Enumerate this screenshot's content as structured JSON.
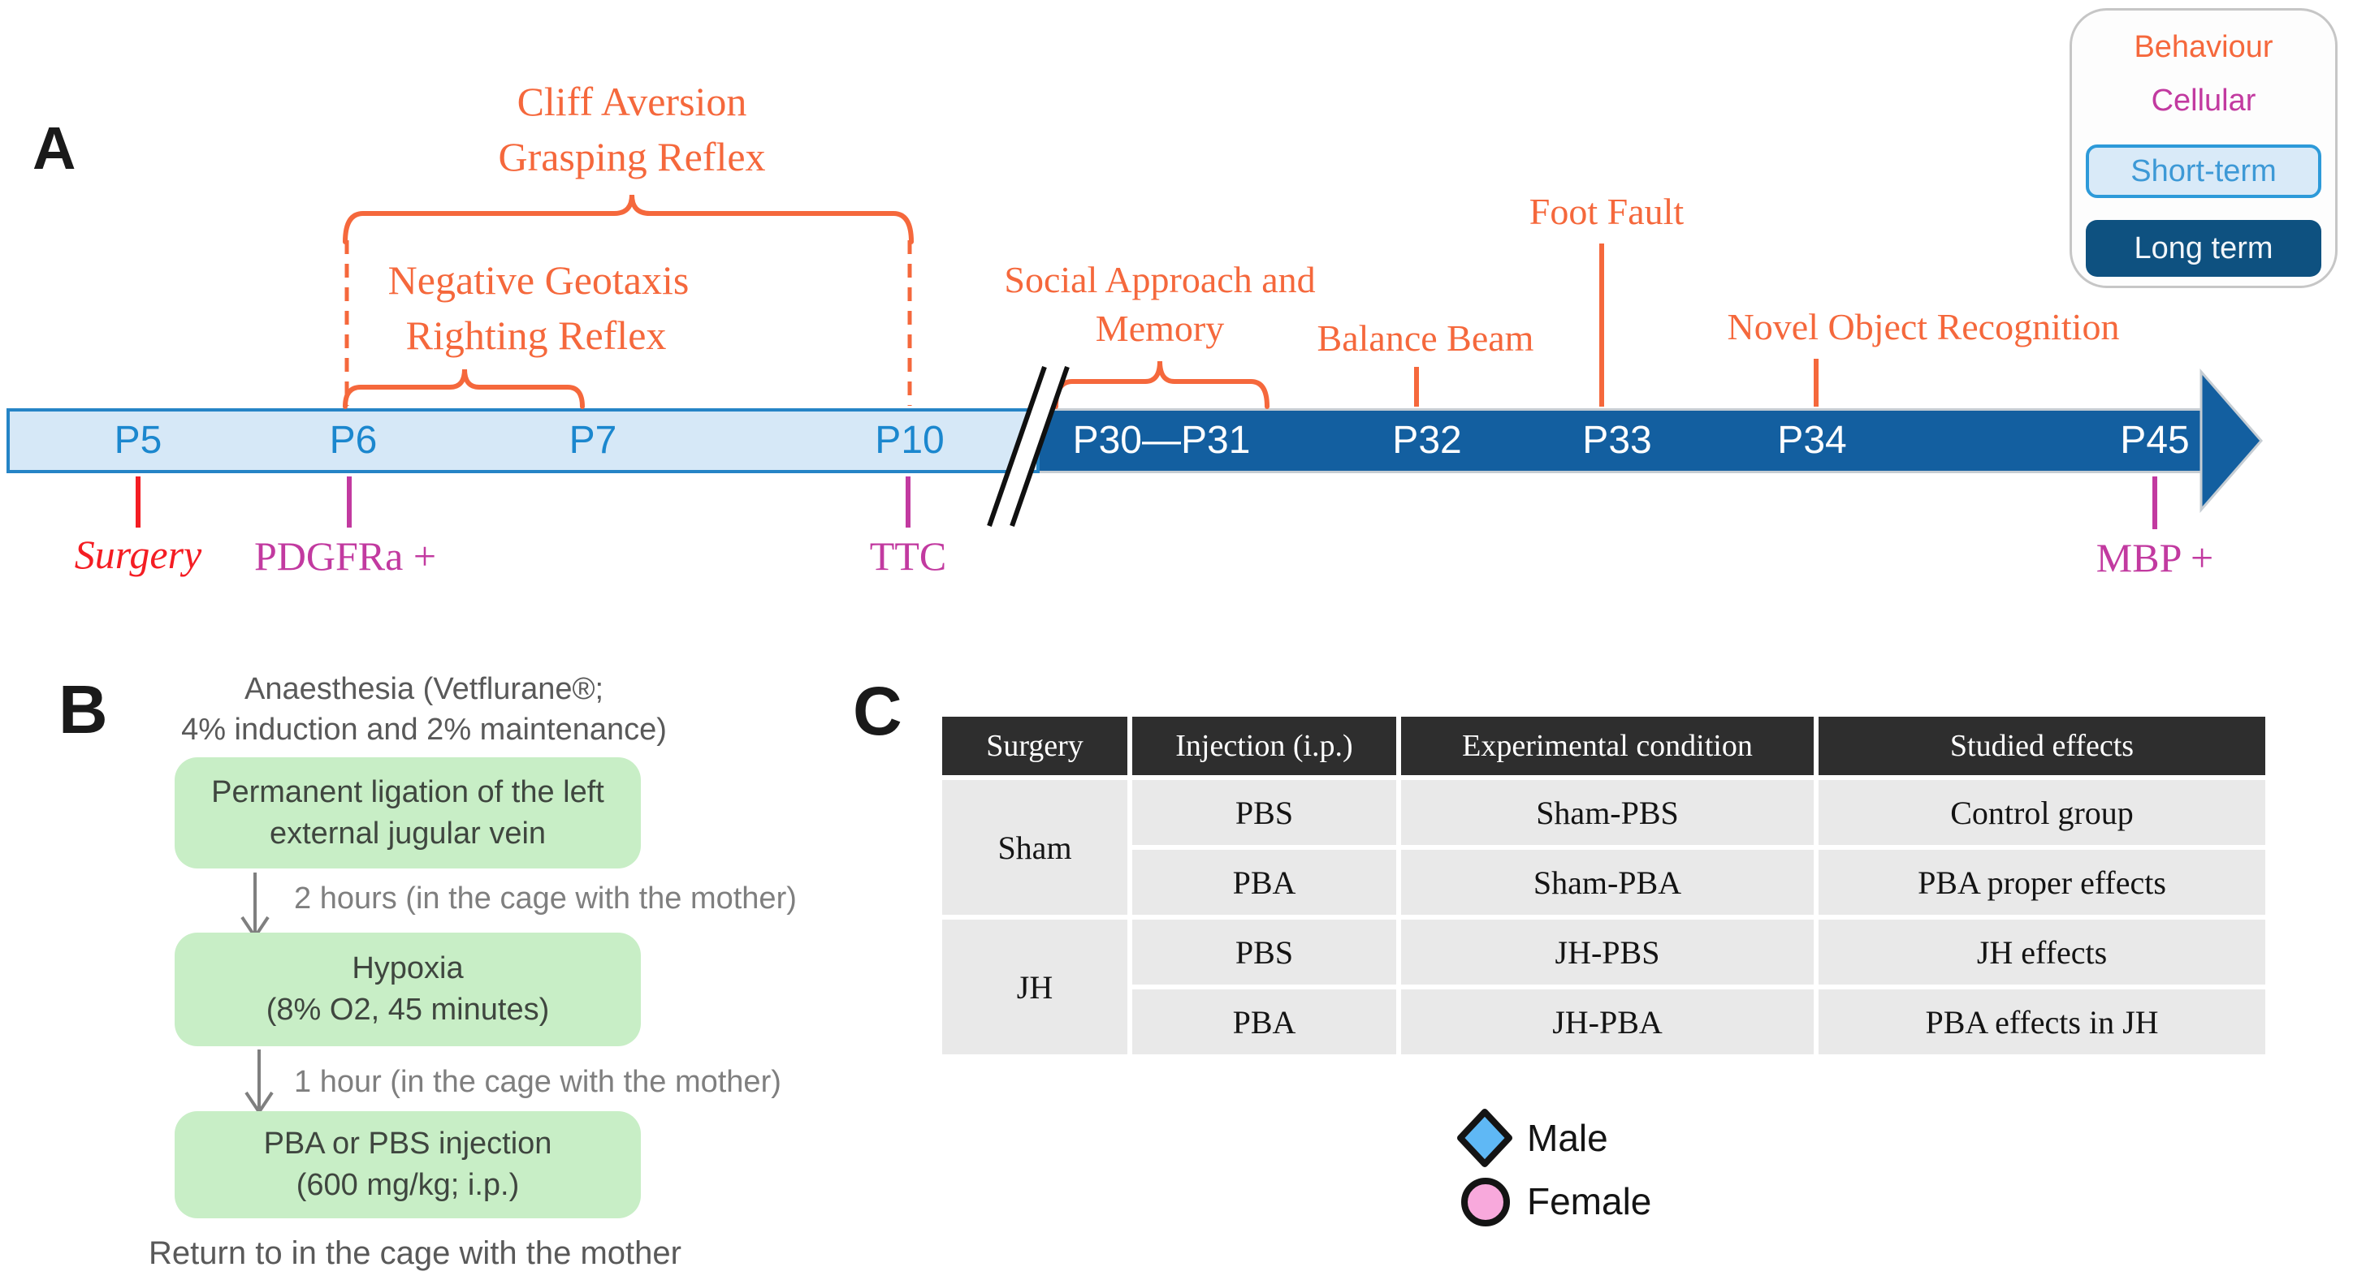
{
  "colors": {
    "behaviour_orange": "#F5683C",
    "cellular_magenta": "#C23AA0",
    "surgery_red": "#F41D23",
    "short_term_bar_fill": "#D6E8F7",
    "short_term_bar_border": "#2584C6",
    "short_term_label_blue": "#1B87CE",
    "long_term_bar_fill": "#135FA0",
    "long_term_button_fill": "#0E5180",
    "flow_box_green": "#C8EEC6",
    "table_header_bg": "#2E2E2E",
    "table_body_bg": "#E9E9E9",
    "male_diamond_blue": "#5FB8F5",
    "female_circle_pink": "#F8A9DC"
  },
  "panel_labels": {
    "a": "A",
    "b": "B",
    "c": "C"
  },
  "timeline": {
    "days": [
      "P5",
      "P6",
      "P7",
      "P10",
      "P30—P31",
      "P32",
      "P33",
      "P34",
      "P45"
    ],
    "behaviour": {
      "cliff_line1": "Cliff Aversion",
      "cliff_line2": "Grasping Reflex",
      "geotaxis_line1": "Negative Geotaxis",
      "geotaxis_line2": "Righting Reflex",
      "social_line1": "Social Approach and",
      "social_line2": "Memory",
      "balance_beam": "Balance Beam",
      "foot_fault": "Foot Fault",
      "novel_object": "Novel Object Recognition"
    },
    "cellular": {
      "surgery": "Surgery",
      "pdgfra": "PDGFRa +",
      "ttc": "TTC",
      "mbp": "MBP +"
    }
  },
  "legend": {
    "behaviour": "Behaviour",
    "cellular": "Cellular",
    "short_term": "Short-term",
    "long_term": "Long term"
  },
  "flowchart": {
    "anaesthesia_line1": "Anaesthesia (Vetflurane®;",
    "anaesthesia_line2": "4% induction and 2% maintenance)",
    "box1_line1": "Permanent ligation of the left",
    "box1_line2": "external jugular vein",
    "arrow1_label": "2 hours (in the cage with the mother)",
    "box2_line1": "Hypoxia",
    "box2_line2": "(8% O2, 45 minutes)",
    "arrow2_label": "1 hour (in the cage with the mother)",
    "box3_line1": "PBA or PBS injection",
    "box3_line2": "(600 mg/kg; i.p.)",
    "footer": "Return to in the cage with the mother"
  },
  "table": {
    "headers": [
      "Surgery",
      "Injection (i.p.)",
      "Experimental condition",
      "Studied effects"
    ],
    "groups": [
      {
        "surgery": "Sham",
        "rows": [
          [
            "PBS",
            "Sham-PBS",
            "Control group"
          ],
          [
            "PBA",
            "Sham-PBA",
            "PBA proper effects"
          ]
        ]
      },
      {
        "surgery": "JH",
        "rows": [
          [
            "PBS",
            "JH-PBS",
            "JH effects"
          ],
          [
            "PBA",
            "JH-PBA",
            "PBA effects in JH"
          ]
        ]
      }
    ]
  },
  "sex_legend": {
    "male": "Male",
    "female": "Female"
  }
}
